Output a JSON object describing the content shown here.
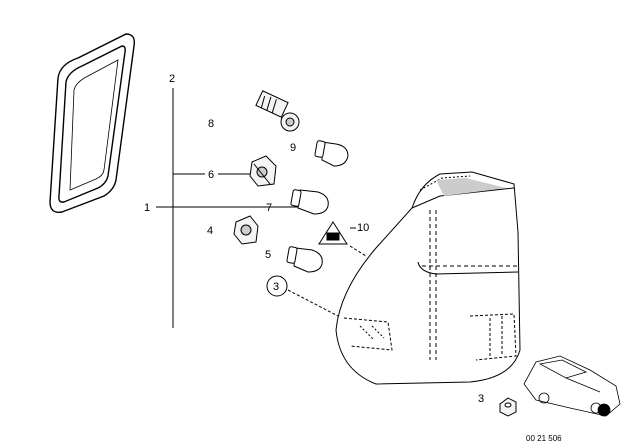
{
  "callouts": {
    "c1": "1",
    "c2": "2",
    "c3_top": "3",
    "c3_bottom": "3",
    "c4": "4",
    "c5": "5",
    "c6": "6",
    "c7": "7",
    "c8": "8",
    "c9": "9",
    "c10": "10"
  },
  "diagram_code": "00 21 506",
  "colors": {
    "line": "#000000",
    "background": "#ffffff",
    "part_fill": "#f4f4f4",
    "shade": "#cccccc"
  }
}
